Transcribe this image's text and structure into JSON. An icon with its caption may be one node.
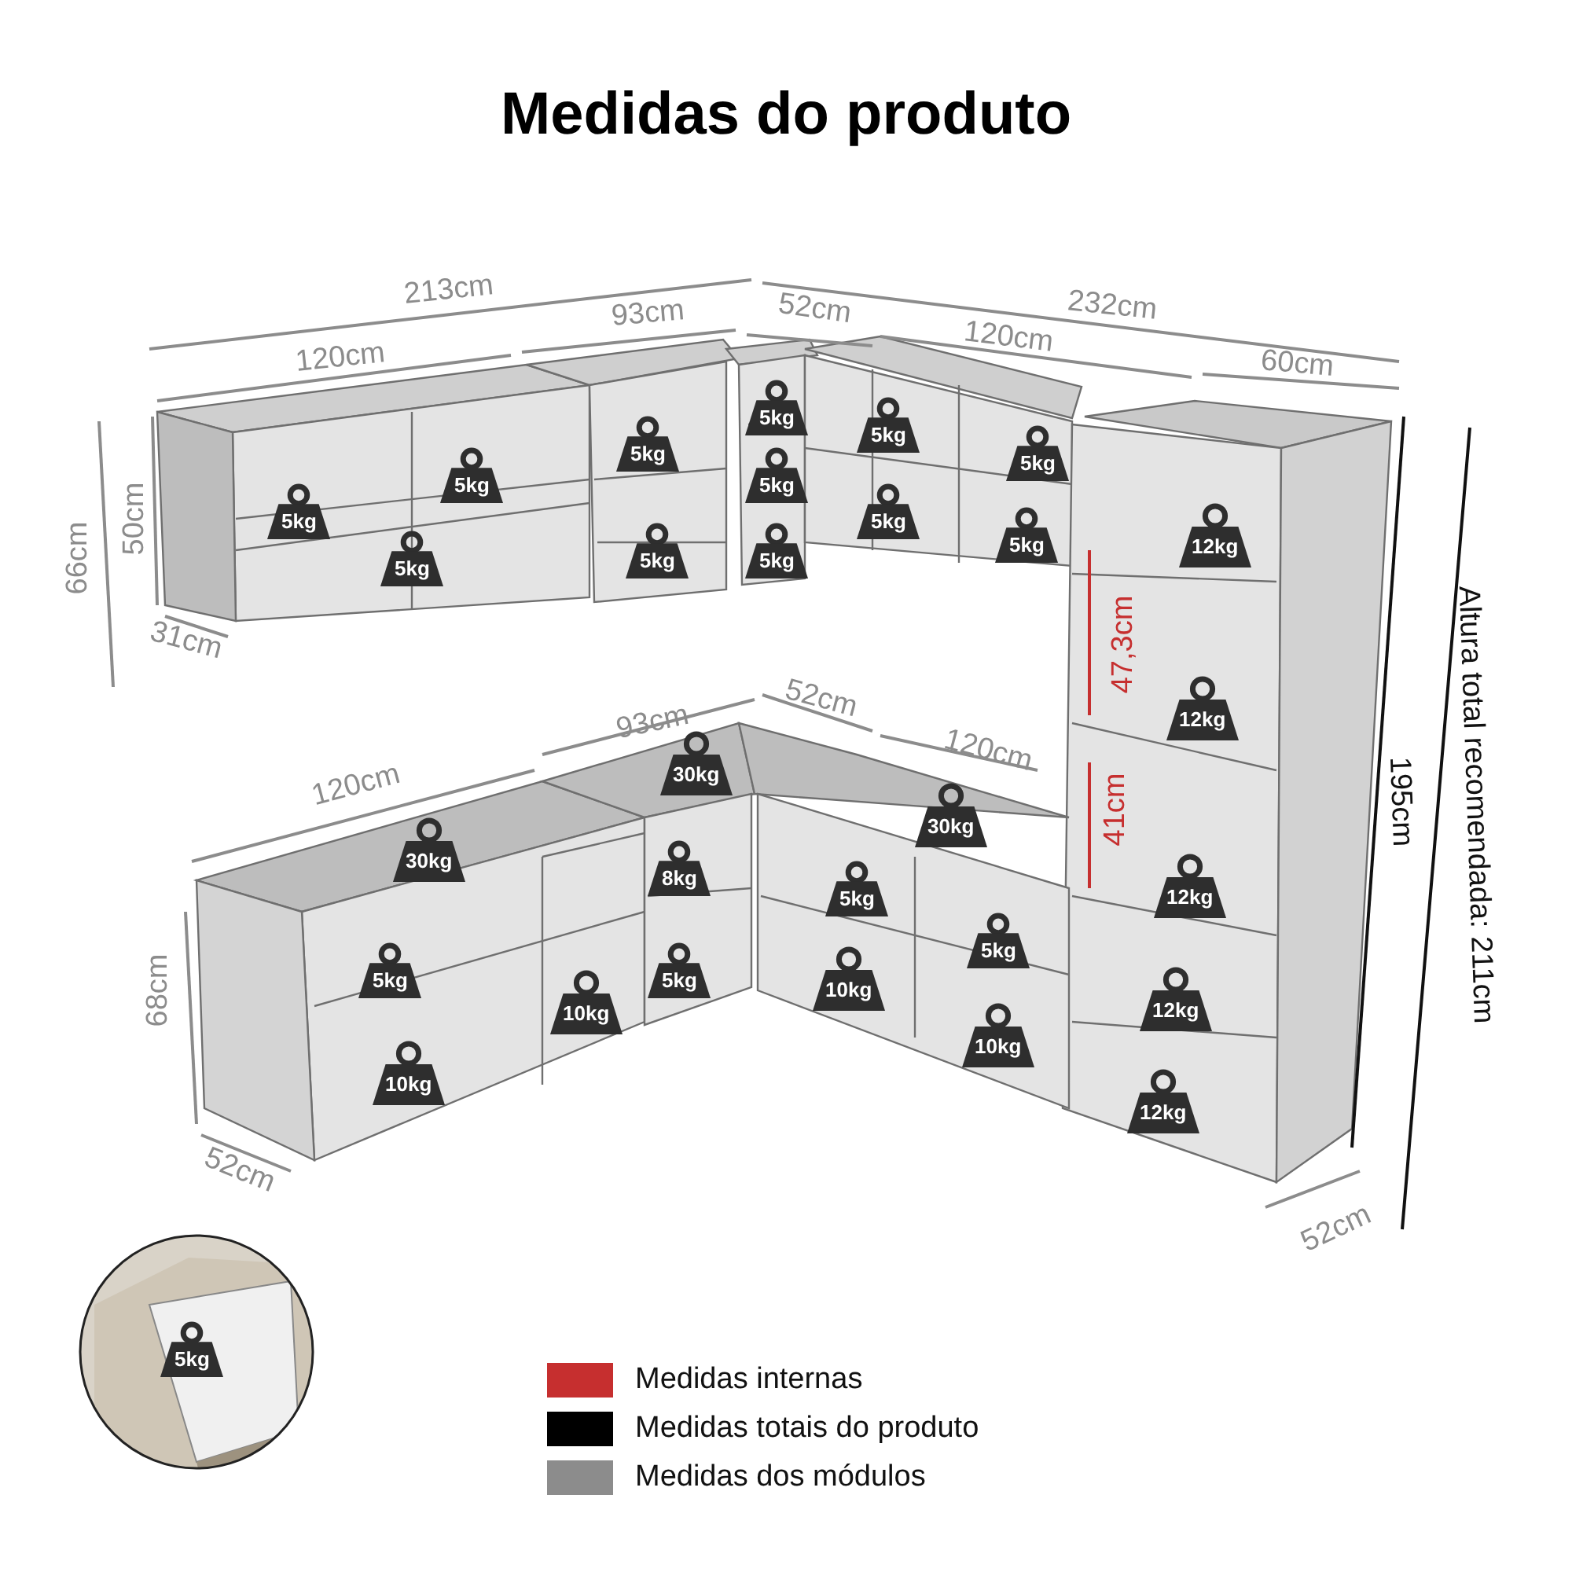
{
  "diagram": {
    "title": "Medidas do produto",
    "labels": [
      "213cm",
      "93cm",
      "52cm",
      "232cm",
      "120cm",
      "120cm",
      "60cm",
      "50cm",
      "66cm",
      "31cm",
      "47,3cm",
      "41cm",
      "93cm",
      "52cm",
      "120cm",
      "120cm",
      "68cm",
      "52cm",
      "52cm",
      "195cm",
      "Altura total recomendada: 211cm",
      "5kg",
      "5kg",
      "5kg",
      "5kg",
      "5kg",
      "5kg",
      "5kg",
      "5kg",
      "5kg",
      "5kg",
      "5kg",
      "5kg",
      "12kg",
      "12kg",
      "30kg",
      "30kg",
      "30kg",
      "8kg",
      "5kg",
      "5kg",
      "12kg",
      "5kg",
      "5kg",
      "10kg",
      "10kg",
      "10kg",
      "12kg",
      "10kg",
      "12kg",
      "5kg"
    ],
    "legend": [
      {
        "text": "Medidas internas",
        "color": "#c62f2f"
      },
      {
        "text": "Medidas totais do produto",
        "color": "#000000"
      },
      {
        "text": "Medidas dos módulos",
        "color": "#8c8c8c"
      }
    ]
  }
}
